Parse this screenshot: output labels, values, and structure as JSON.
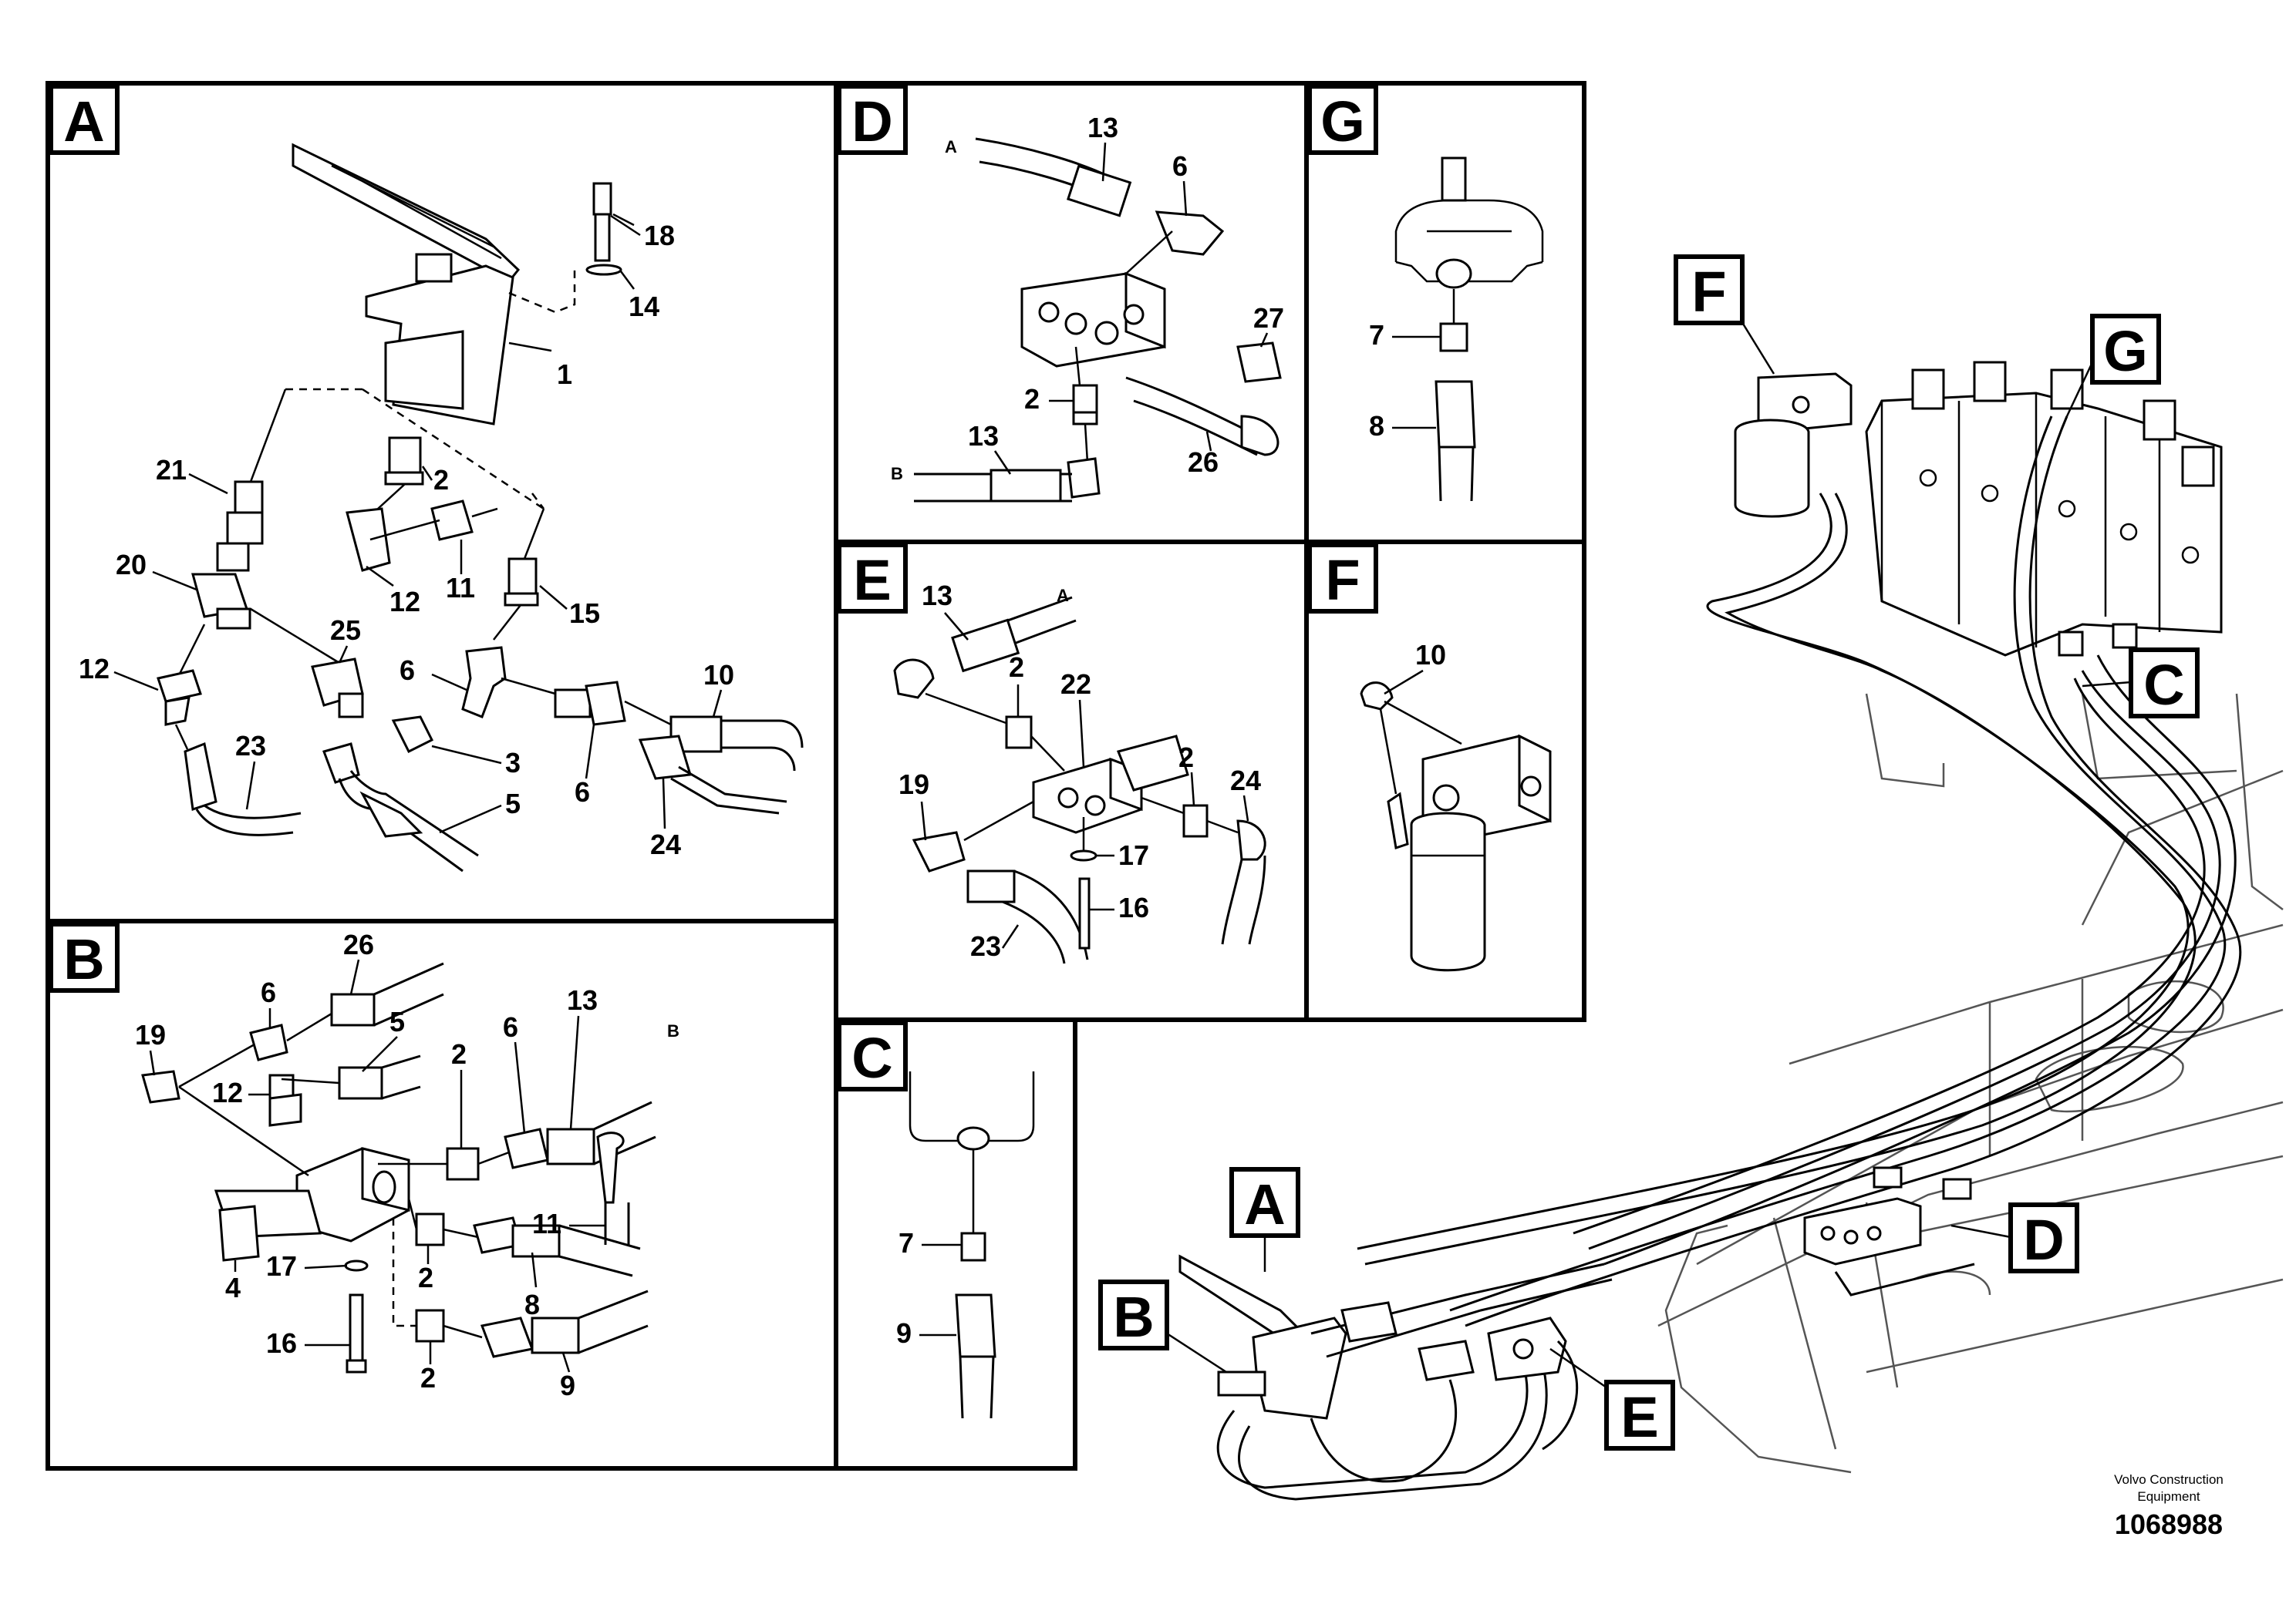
{
  "sections": [
    {
      "letter": "A"
    },
    {
      "letter": "B"
    },
    {
      "letter": "C"
    },
    {
      "letter": "D"
    },
    {
      "letter": "E"
    },
    {
      "letter": "F"
    },
    {
      "letter": "G"
    }
  ],
  "callouts": [
    "A",
    "B",
    "C",
    "D",
    "E",
    "F",
    "G"
  ],
  "panelA": {
    "labels": [
      "18",
      "14",
      "1",
      "21",
      "2",
      "20",
      "11",
      "12",
      "15",
      "25",
      "12",
      "6",
      "10",
      "23",
      "3",
      "5",
      "6",
      "24"
    ]
  },
  "panelB": {
    "labels": [
      "26",
      "6",
      "5",
      "13",
      "B",
      "19",
      "2",
      "6",
      "12",
      "11",
      "4",
      "17",
      "2",
      "8",
      "16",
      "2",
      "9"
    ]
  },
  "panelC": {
    "labels": [
      "7",
      "9"
    ]
  },
  "panelD": {
    "labels": [
      "A",
      "13",
      "6",
      "27",
      "2",
      "13",
      "26",
      "B"
    ]
  },
  "panelE": {
    "labels": [
      "13",
      "A",
      "2",
      "22",
      "2",
      "24",
      "19",
      "17",
      "16",
      "23"
    ]
  },
  "panelF": {
    "labels": [
      "10"
    ]
  },
  "panelG": {
    "labels": [
      "7",
      "8"
    ]
  },
  "footer": {
    "company_line1": "Volvo Construction",
    "company_line2": "Equipment",
    "doc_number": "1068988"
  }
}
